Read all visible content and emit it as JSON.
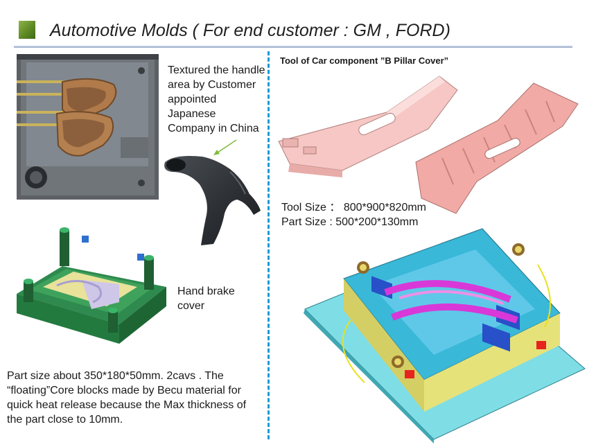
{
  "slide": {
    "title": "Automotive Molds ( For end customer : GM , FORD)",
    "accent_color": "#5e8a24",
    "divider_color": "#1b9ad6"
  },
  "left": {
    "texture_note": [
      "Textured the handle",
      "area by Customer",
      "appointed",
      "Japanese",
      "Company in China"
    ],
    "part_caption": [
      "Hand brake",
      "cover"
    ],
    "description": [
      "Part size about 350*180*50mm. 2cavs . The",
      "“floating”Core blocks  made by Becu material for",
      "quick heat release because the Max thickness of",
      "the part close to 10mm."
    ]
  },
  "right": {
    "heading": "Tool of Car component   ”B Pillar Cover”",
    "specs": [
      "Tool Size ： 800*900*820mm",
      "Part Size :   500*200*130mm"
    ]
  }
}
